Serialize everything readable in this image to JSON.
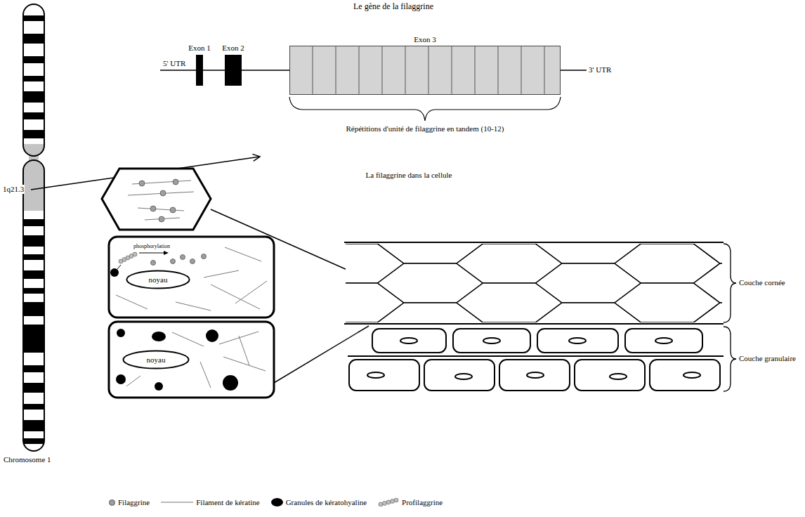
{
  "diagram": {
    "nodes": [
      {
        "text": [
          "Exon 1"
        ]
      },
      {
        "text": [
          "Exon 2"
        ]
      },
      {
        "text": [
          "Exon 3"
        ]
      },
      {
        "text": [
          "noyau"
        ]
      },
      {
        "text": [
          "noyau"
        ]
      }
    ],
    "labels": [
      "Le gène de la filaggrine",
      "5' UTR",
      "3' UTR",
      "Répétitions d'unité de filaggrine en tandem (10-12)",
      "1q21.3",
      "Chromosome 1",
      "La filaggrine dans la cellule",
      "phosphorylation",
      "Couche cornée",
      "Couche granulaire"
    ],
    "legend": [
      {
        "text": "Filaggrine",
        "color": "#9e9e9e"
      },
      {
        "text": "Filament de kératine"
      },
      {
        "text": "Granules de kératohyaline",
        "color": "#000000"
      },
      {
        "text": "Profilaggrine"
      }
    ]
  }
}
